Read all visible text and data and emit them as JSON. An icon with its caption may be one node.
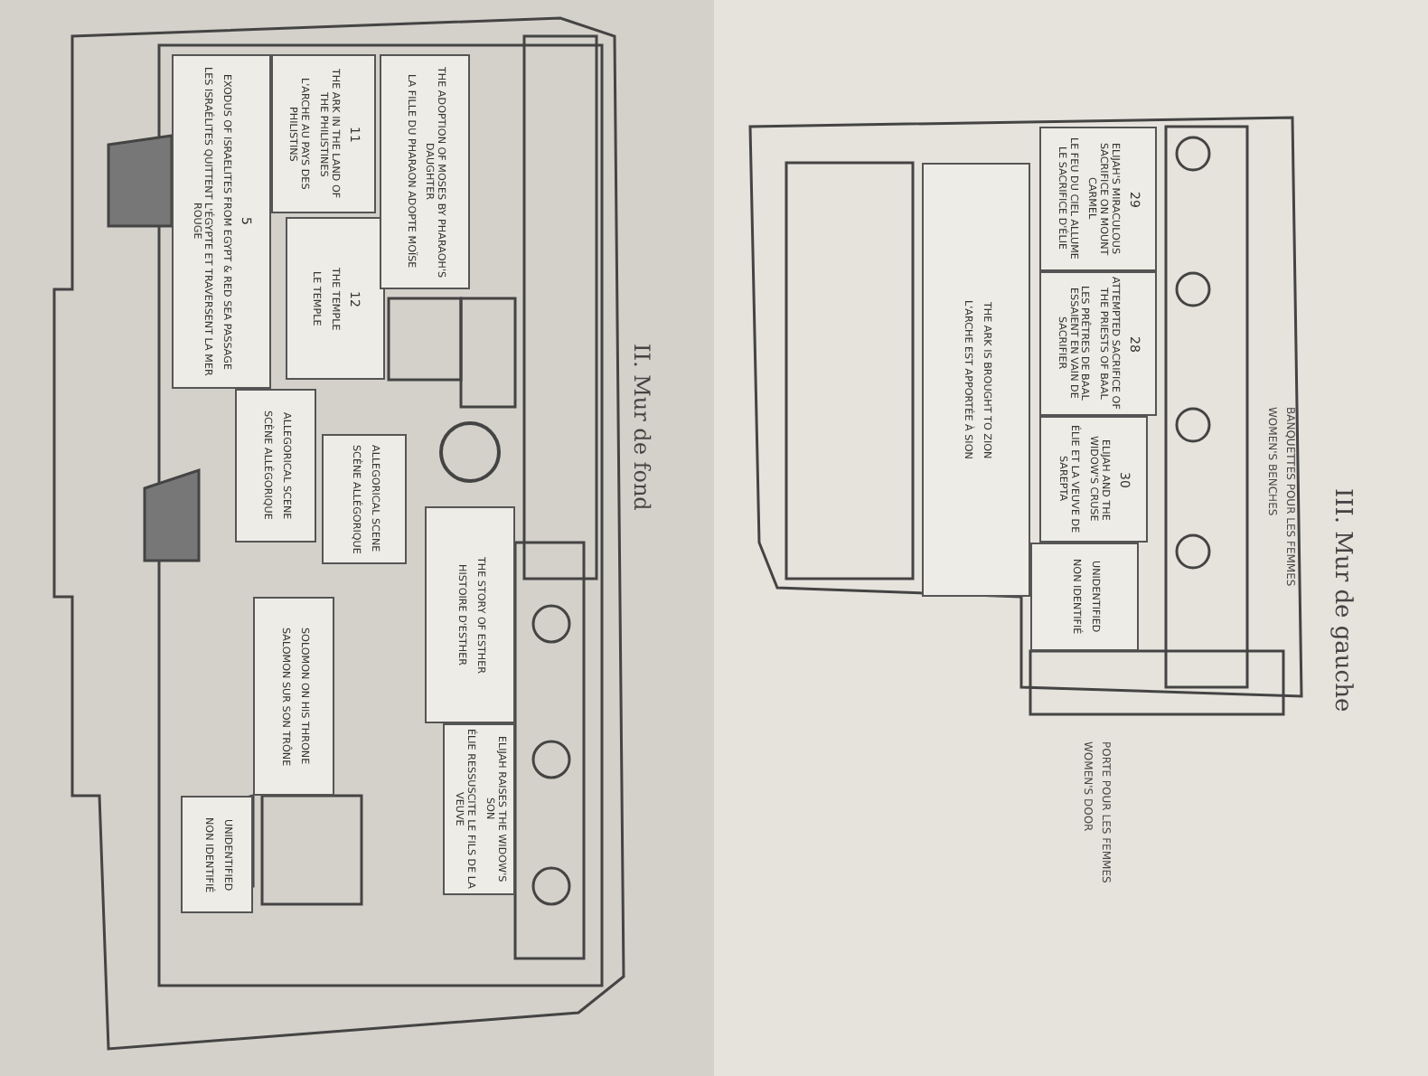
{
  "diagram": {
    "nodes": [
      {
        "text": [
          "5",
          "EXODUS OF ISRAELITES FROM EGYPT & RED SEA PASSAGE",
          "LES ISRAÉLITES QUITTENT L'ÉGYPTE ET TRAVERSENT LA MER ROUGE"
        ]
      },
      {
        "text": [
          "11",
          "THE ARK IN THE LAND OF THE PHILISTINES",
          "L'ARCHE AU PAYS DES PHILISTINS"
        ]
      },
      {
        "text": [
          "12",
          "THE TEMPLE",
          "LE TEMPLE"
        ]
      },
      {
        "text": [
          "THE ADOPTION OF MOSES BY PHARAOH'S DAUGHTER",
          "LA FILLE DU PHARAON ADOPTE MOÏSE"
        ]
      },
      {
        "text": [
          "ALLEGORICAL SCENE",
          "SCÈNE ALLÉGORIQUE"
        ]
      },
      {
        "text": [
          "ALLEGORICAL SCENE",
          "SCÈNE ALLÉGORIQUE"
        ]
      },
      {
        "text": [
          "SOLOMON ON HIS THRONE",
          "SALOMON SUR SON TRÔNE"
        ]
      },
      {
        "text": [
          "THE STORY OF ESTHER",
          "HISTOIRE D'ESTHER"
        ]
      },
      {
        "text": [
          "ELIJAH RAISES THE WIDOW'S SON",
          "ÉLIE RESSUSCITE LE FILS DE LA VEUVE"
        ]
      },
      {
        "text": [
          "UNIDENTIFIED",
          "NON IDENTIFIÉ"
        ]
      },
      {
        "text": [
          "THE ARK IS BROUGHT TO ZION",
          "L'ARCHE EST APPORTÉE À SION"
        ]
      },
      {
        "text": [
          "29",
          "ELIJAH'S MIRACULOUS SACRIFICE ON MOUNT CARMEL",
          "LE FEU DU CIEL ALLUME LE SACRIFICE D'ÉLIE"
        ]
      },
      {
        "text": [
          "28",
          "ATTEMPTED SACRIFICE OF THE PRIESTS OF BAAL",
          "LES PRÊTRES DE BAAL ESSAIENT EN VAIN DE SACRIFIER"
        ]
      },
      {
        "text": [
          "30",
          "ELIJAH AND THE WIDOW'S CRUSE",
          "ÉLIE ET LA VEUVE DE SAREPTA"
        ]
      },
      {
        "text": [
          "UNIDENTIFIED",
          "NON IDENTIFIÉ"
        ]
      }
    ],
    "edges": [],
    "labels": [
      "II. Mur de fond",
      "III. Mur de gauche",
      "WOMEN'S BENCHES",
      "BANQUETTES POUR LES FEMMES",
      "WOMEN'S DOOR",
      "PORTE POUR LES FEMMES"
    ]
  }
}
